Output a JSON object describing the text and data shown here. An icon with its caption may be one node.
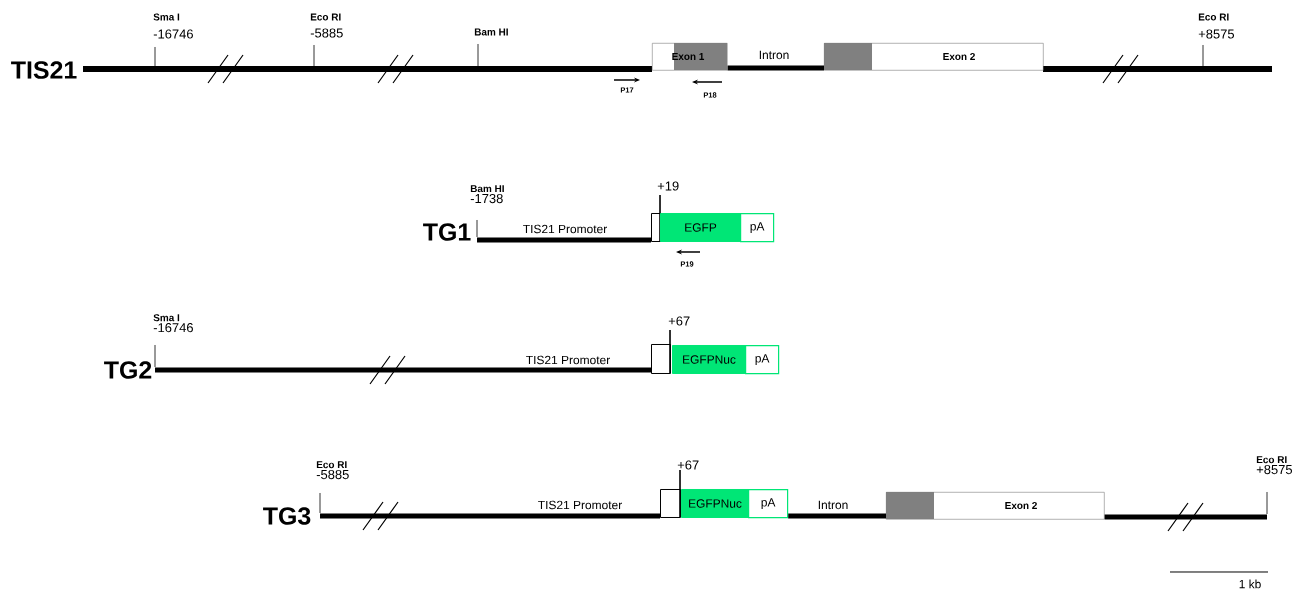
{
  "diagram": {
    "nodes": [
      {
        "text": [
          "Exon 1"
        ]
      },
      {
        "text": [
          "Exon 2"
        ]
      },
      {
        "text": [],
        "shape": "box",
        "beside": [
          "+19"
        ]
      },
      {
        "text": [
          "EGFP"
        ]
      },
      {
        "text": [
          "pA"
        ]
      },
      {
        "text": [],
        "shape": "box",
        "beside": [
          "+67"
        ]
      },
      {
        "text": [
          "EGFPNuc"
        ]
      },
      {
        "text": [
          "pA"
        ]
      },
      {
        "text": [],
        "shape": "box",
        "beside": [
          "+67"
        ]
      },
      {
        "text": [
          "EGFPNuc"
        ]
      },
      {
        "text": [
          "pA"
        ]
      },
      {
        "text": [
          "Exon 2"
        ]
      },
      {
        "text": [
          "Bam HI",
          "-1738"
        ]
      },
      {
        "text": [
          "Sma I",
          "-16746"
        ]
      },
      {
        "text": [
          "Eco RI",
          "-5885"
        ]
      },
      {
        "text": [
          "Eco RI",
          "+8575"
        ]
      }
    ],
    "edges": [
      {
        "from": 0,
        "to": 1,
        "arrow": "none",
        "label": "Intron"
      },
      {
        "from": 10,
        "to": 11,
        "arrow": "none",
        "label": "Intron"
      },
      {
        "from": 12,
        "to": 2,
        "arrow": "none"
      },
      {
        "from": 13,
        "to": 5,
        "arrow": "none"
      },
      {
        "from": 14,
        "to": 8,
        "arrow": "none"
      },
      {
        "from": 11,
        "to": 15,
        "arrow": "none"
      }
    ],
    "labels": [
      "Sma I",
      "-16746",
      "Eco RI",
      "-5885",
      "Bam HI",
      "Eco RI",
      "+8575",
      "TIS21",
      "P17",
      "P18",
      "TG1",
      "TIS21 Promoter",
      "P19",
      "TG2",
      "TIS21 Promoter",
      "TG3",
      "TIS21 Promoter",
      "1 kb"
    ]
  }
}
